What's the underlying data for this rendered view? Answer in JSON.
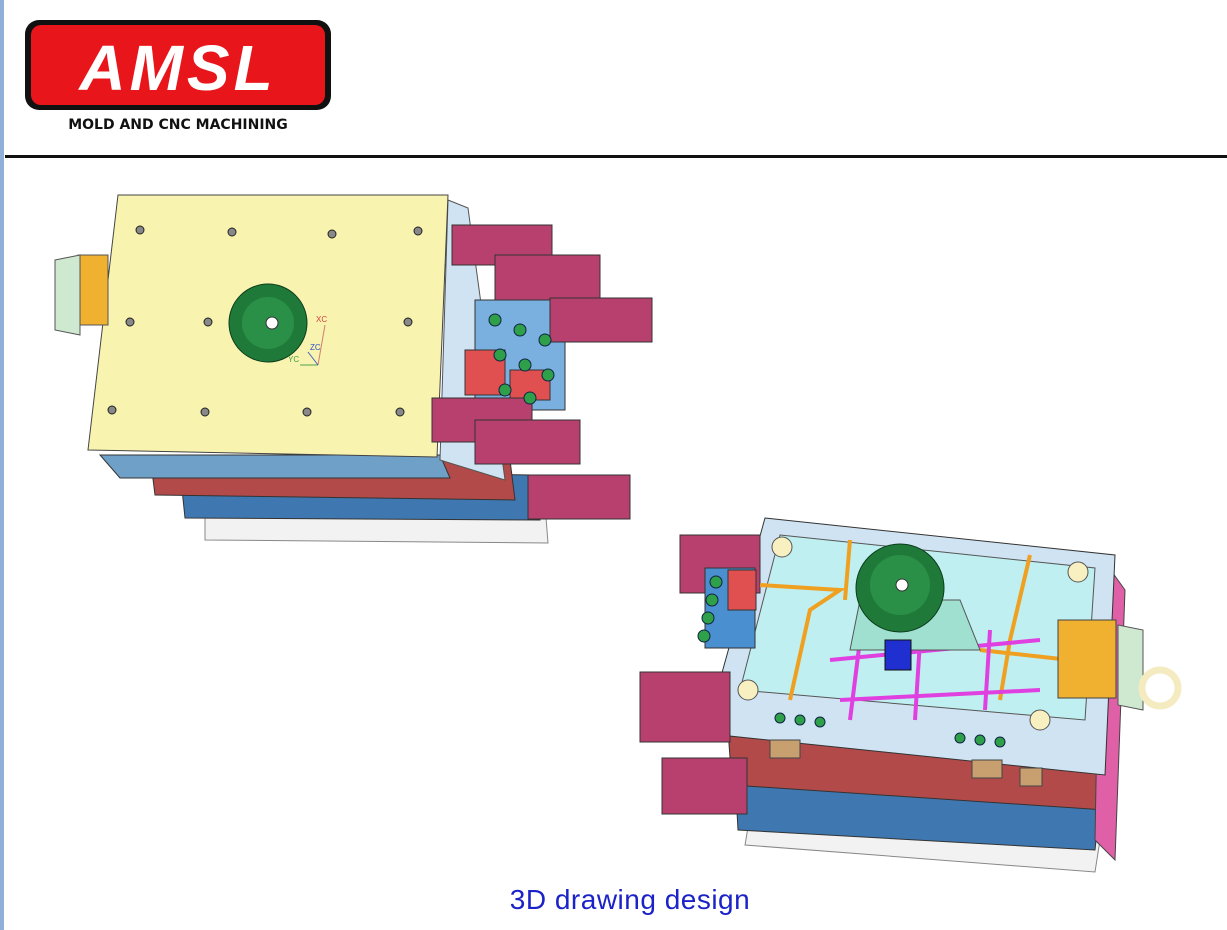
{
  "logo": {
    "wordmark": "AMSL",
    "tagline": "MOLD AND CNC MACHINING",
    "colors": {
      "red": "#e8161b",
      "outline": "#111111",
      "text": "#ffffff"
    }
  },
  "figures": {
    "left_mold": {
      "axis_labels": {
        "x": "XC",
        "y": "YC",
        "z": "ZC"
      }
    },
    "right_mold": {}
  },
  "caption": "3D drawing design",
  "colors": {
    "caption": "#1a22c8",
    "plate_yellow": "#f8f4b0",
    "magenta": "#b8406e",
    "blue": "#4a8fd0",
    "green": "#1f7a3a"
  }
}
